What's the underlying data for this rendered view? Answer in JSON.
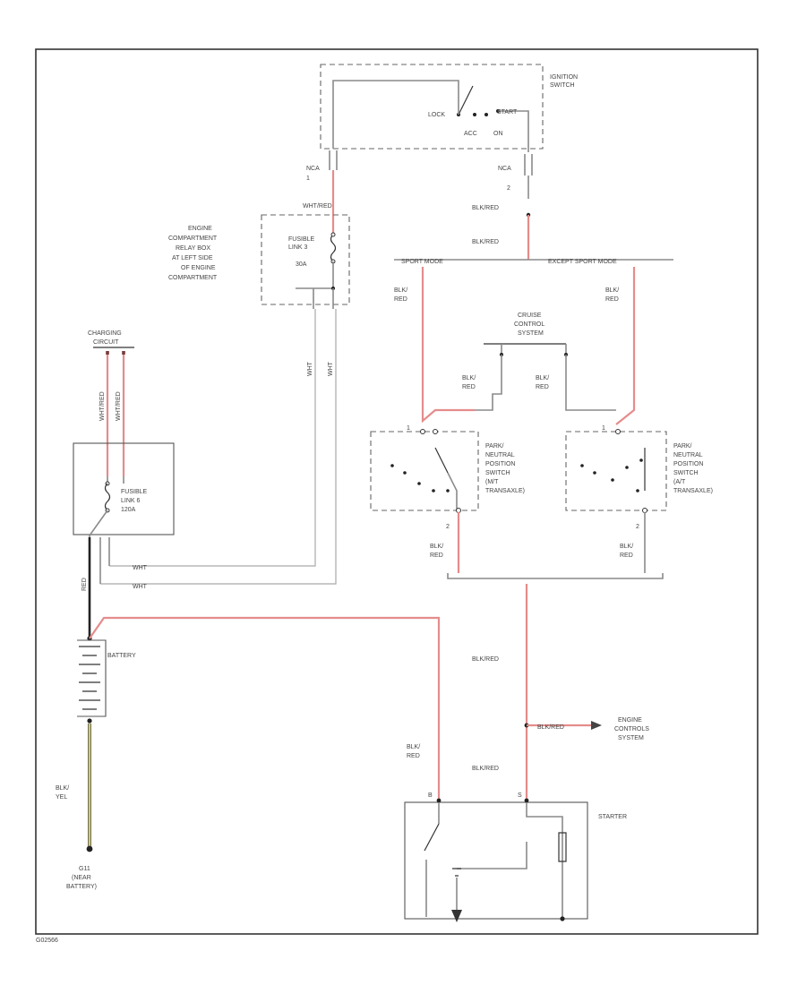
{
  "labels": {
    "ignition_switch": [
      "IGNITION",
      "SWITCH"
    ],
    "lock": "LOCK",
    "start": "START",
    "acc": "ACC",
    "on": "ON",
    "nca_left": "NCA",
    "nca_left_pin": "1",
    "nca_right": "NCA",
    "nca_right_pin": "2",
    "wht_red": "WHT/RED",
    "blk_red_1": "BLK/RED",
    "blk_red_2": "BLK/RED",
    "fusible_link_3": [
      "FUSIBLE",
      "LINK 3",
      "30A"
    ],
    "engine_comp_relay_box": [
      "ENGINE",
      "COMPARTMENT",
      "RELAY BOX",
      "AT LEFT SIDE",
      "OF ENGINE",
      "COMPARTMENT"
    ],
    "sport_mode": "SPORT MODE",
    "except_sport_mode": "EXCEPT SPORT MODE",
    "blk_red_left_top": [
      "BLK/",
      "RED"
    ],
    "blk_red_right_top": [
      "BLK/",
      "RED"
    ],
    "cruise_control": [
      "CRUISE",
      "CONTROL",
      "SYSTEM"
    ],
    "blk_red_cruise_left": [
      "BLK/",
      "RED"
    ],
    "blk_red_cruise_right": [
      "BLK/",
      "RED"
    ],
    "charging_circuit": [
      "CHARGING",
      "CIRCUIT"
    ],
    "wht_red_charging_1": "WHT/RED",
    "wht_red_charging_2": "WHT/RED",
    "wht_vertical_1": "WHT",
    "wht_vertical_2": "WHT",
    "fusible_link_6": [
      "FUSIBLE",
      "LINK 6",
      "120A"
    ],
    "pn_switch_left": [
      "PARK/",
      "NEUTRAL",
      "POSITION",
      "SWITCH",
      "(M/T",
      "TRANSAXLE)"
    ],
    "pn_switch_right": [
      "PARK/",
      "NEUTRAL",
      "POSITION",
      "SWITCH",
      "(A/T",
      "TRANSAXLE)"
    ],
    "blk_red_pn_left": [
      "BLK/",
      "RED"
    ],
    "blk_red_pn_right": [
      "BLK/",
      "RED"
    ],
    "wht_horiz_1": "WHT",
    "wht_horiz_2": "WHT",
    "red_battery": "RED",
    "battery": "BATTERY",
    "blk_red_main": "BLK/RED",
    "blk_red_main_2": "BLK/RED",
    "blk_red_engine": "BLK/RED",
    "engine_control": [
      "ENGINE",
      "CONTROLS",
      "SYSTEM"
    ],
    "blk_red_starter": [
      "BLK/",
      "RED"
    ],
    "blk_yel": [
      "BLK/",
      "YEL"
    ],
    "ground": [
      "G11",
      "(NEAR",
      "BATTERY)"
    ],
    "starter": "STARTER",
    "pin_b": "B",
    "pin_s": "S",
    "pin_1": "1",
    "pin_2": "2",
    "pin_1b": "1",
    "pin_2b": "2",
    "footer": "G02566"
  },
  "colors": {
    "wire_red": "#e58c8c",
    "wire_black": "#222222",
    "wire_gray": "#8a8a8a",
    "wire_yellow": "#cfc86a"
  }
}
